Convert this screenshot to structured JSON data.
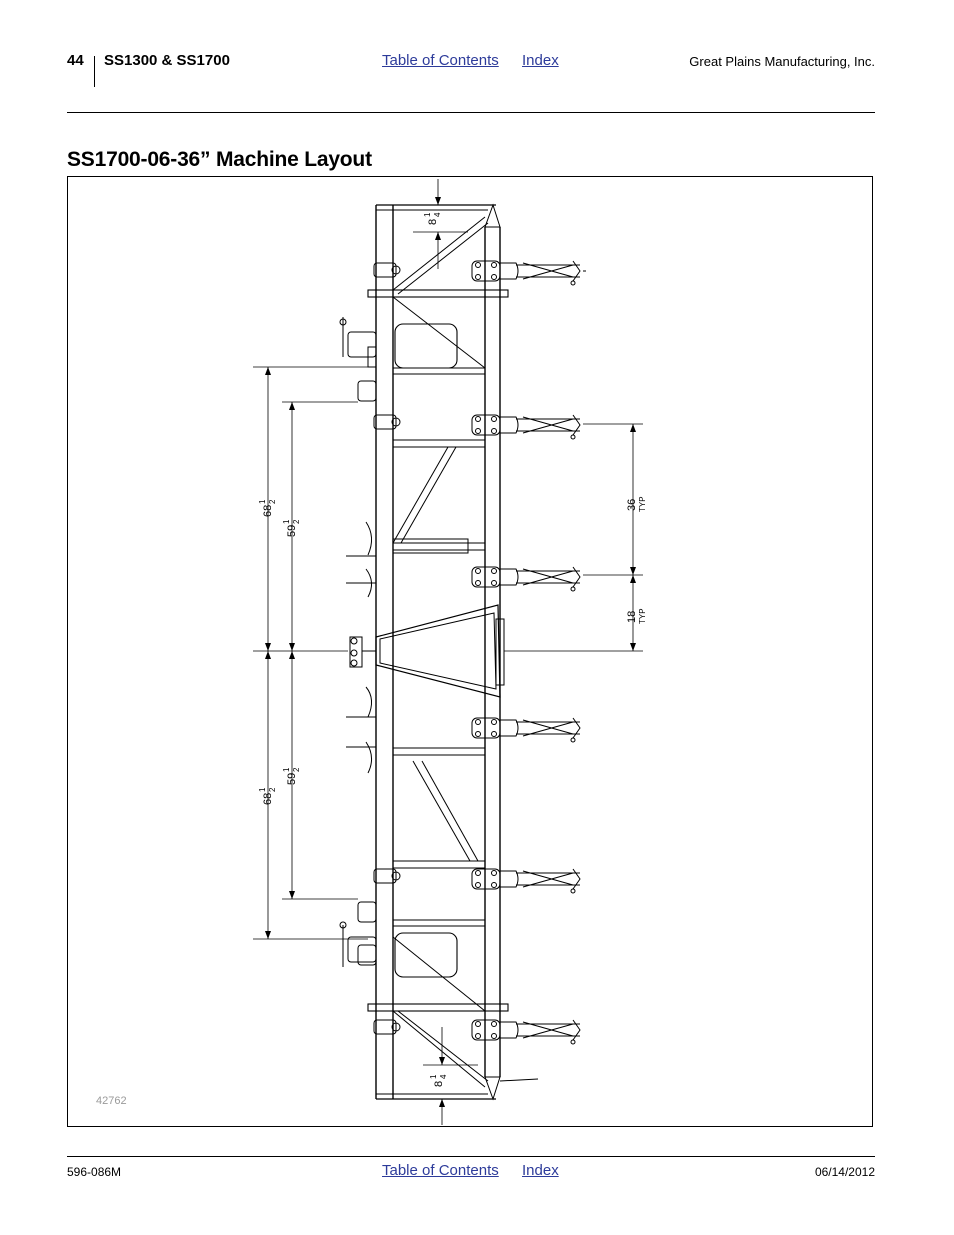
{
  "header": {
    "page_number": "44",
    "model": "SS1300 & SS1700",
    "toc_link": "Table of Contents",
    "index_link": "Index",
    "company": "Great Plains Manufacturing, Inc."
  },
  "section_title": "SS1700-06-36” Machine Layout",
  "figure": {
    "figure_number": "42762",
    "dimensions": {
      "top_offset": {
        "whole": "8",
        "num": "1",
        "den": "4"
      },
      "bottom_offset": {
        "whole": "8",
        "num": "1",
        "den": "4"
      },
      "outer_span_upper": {
        "whole": "68",
        "num": "1",
        "den": "2"
      },
      "inner_span_upper": {
        "whole": "59",
        "num": "1",
        "den": "2"
      },
      "outer_span_lower": {
        "whole": "68",
        "num": "1",
        "den": "2"
      },
      "inner_span_lower": {
        "whole": "59",
        "num": "1",
        "den": "2"
      },
      "row_spacing": {
        "value": "36",
        "note": "TYP"
      },
      "half_spacing": {
        "value": "18",
        "note": "TYP"
      }
    }
  },
  "footer": {
    "doc_number": "596-086M",
    "toc_link": "Table of Contents",
    "index_link": "Index",
    "date": "06/14/2012"
  }
}
